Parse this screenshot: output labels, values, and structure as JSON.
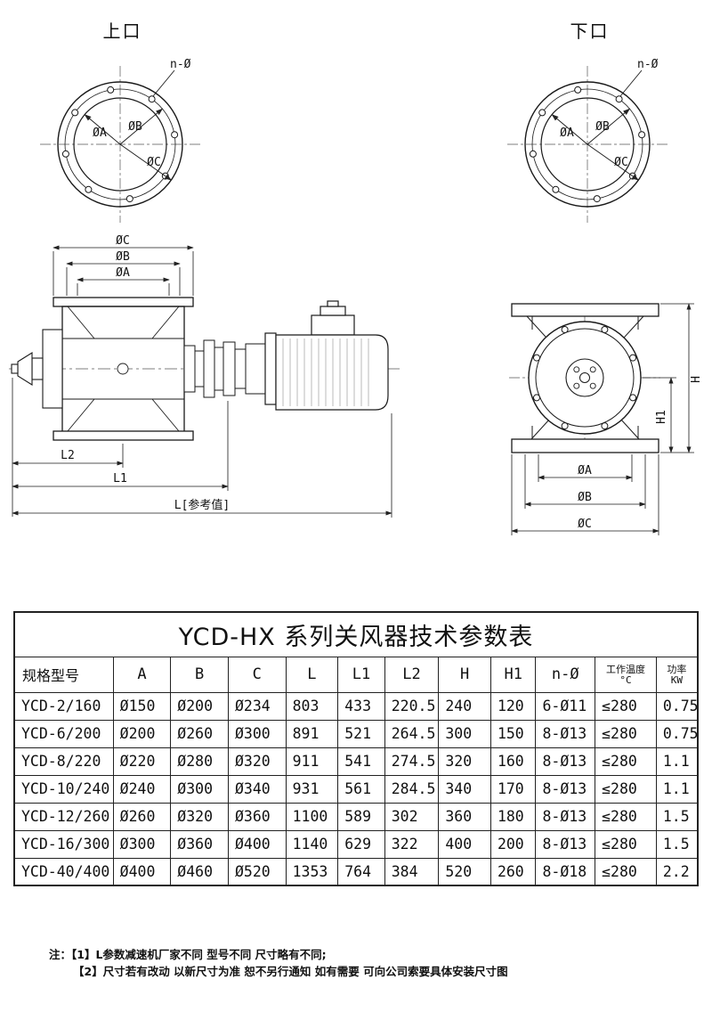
{
  "drawings": {
    "top_left": {
      "title": "上口",
      "n_label": "n-Ø",
      "dim_a": "ØA",
      "dim_b": "ØB",
      "dim_c": "ØC"
    },
    "top_right": {
      "title": "下口",
      "n_label": "n-Ø",
      "dim_a": "ØA",
      "dim_b": "ØB",
      "dim_c": "ØC"
    },
    "side_view": {
      "dim_c": "ØC",
      "dim_b": "ØB",
      "dim_a": "ØA",
      "dim_l2": "L2",
      "dim_l1": "L1",
      "dim_l": "L[参考值]"
    },
    "front_view": {
      "dim_h": "H",
      "dim_h1": "H1",
      "dim_a": "ØA",
      "dim_b": "ØB",
      "dim_c": "ØC"
    }
  },
  "table": {
    "title": "YCD-HX 系列关风器技术参数表",
    "headers": [
      {
        "text": "规格型号"
      },
      {
        "text": "A"
      },
      {
        "text": "B"
      },
      {
        "text": "C"
      },
      {
        "text": "L"
      },
      {
        "text": "L1"
      },
      {
        "text": "L2"
      },
      {
        "text": "H"
      },
      {
        "text": "H1"
      },
      {
        "text": "n-Ø"
      },
      {
        "text": "工作温度",
        "sub": "°C"
      },
      {
        "text": "功率",
        "sub": "KW"
      }
    ],
    "rows": [
      [
        "YCD-2/160",
        "Ø150",
        "Ø200",
        "Ø234",
        "803",
        "433",
        "220.5",
        "240",
        "120",
        "6-Ø11",
        "≤280",
        "0.75"
      ],
      [
        "YCD-6/200",
        "Ø200",
        "Ø260",
        "Ø300",
        "891",
        "521",
        "264.5",
        "300",
        "150",
        "8-Ø13",
        "≤280",
        "0.75"
      ],
      [
        "YCD-8/220",
        "Ø220",
        "Ø280",
        "Ø320",
        "911",
        "541",
        "274.5",
        "320",
        "160",
        "8-Ø13",
        "≤280",
        "1.1"
      ],
      [
        "YCD-10/240",
        "Ø240",
        "Ø300",
        "Ø340",
        "931",
        "561",
        "284.5",
        "340",
        "170",
        "8-Ø13",
        "≤280",
        "1.1"
      ],
      [
        "YCD-12/260",
        "Ø260",
        "Ø320",
        "Ø360",
        "1100",
        "589",
        "302",
        "360",
        "180",
        "8-Ø13",
        "≤280",
        "1.5"
      ],
      [
        "YCD-16/300",
        "Ø300",
        "Ø360",
        "Ø400",
        "1140",
        "629",
        "322",
        "400",
        "200",
        "8-Ø13",
        "≤280",
        "1.5"
      ],
      [
        "YCD-40/400",
        "Ø400",
        "Ø460",
        "Ø520",
        "1353",
        "764",
        "384",
        "520",
        "260",
        "8-Ø18",
        "≤280",
        "2.2"
      ]
    ]
  },
  "notes": {
    "prefix": "注：",
    "items": [
      "【1】L参数减速机厂家不同 型号不同 尺寸略有不同;",
      "【2】尺寸若有改动 以新尺寸为准 恕不另行通知 如有需要 可向公司索要具体安装尺寸图"
    ]
  }
}
